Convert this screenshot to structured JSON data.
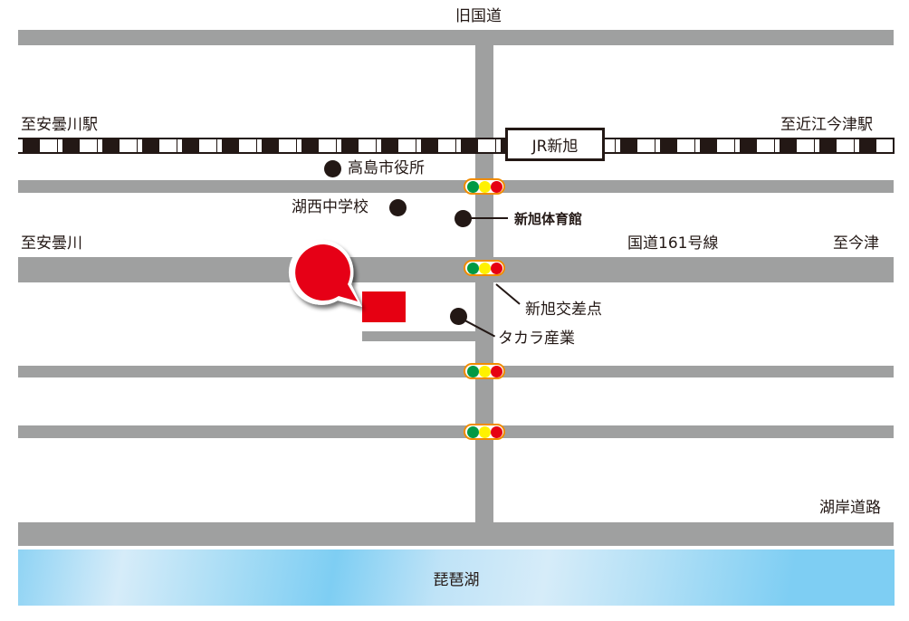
{
  "map": {
    "roads": {
      "old_national_road": "旧国道",
      "national_route_161": "国道161号線",
      "lakeshore_road": "湖岸道路"
    },
    "directions": {
      "to_adogawa_station": "至安曇川駅",
      "to_omiimazu_station": "至近江今津駅",
      "to_adogawa": "至安曇川",
      "to_imazu": "至今津"
    },
    "railway": {
      "station_label": "JR新旭"
    },
    "landmarks": {
      "city_hall": "高島市役所",
      "kosei_junior_high": "湖西中学校",
      "shin_asahi_gym": "新旭体育館",
      "shin_asahi_intersection": "新旭交差点",
      "takara_sangyo": "タカラ産業"
    },
    "lake": {
      "label": "琵琶湖"
    },
    "colors": {
      "road": "#9fa0a0",
      "rail": "#231815",
      "destination": "#e60012",
      "signal_border": "#f08c00",
      "signal_green": "#009944",
      "signal_yellow": "#fff100",
      "signal_red": "#e60012",
      "lake_deep": "#7ecef3",
      "lake_light": "#d6ecf9"
    }
  }
}
